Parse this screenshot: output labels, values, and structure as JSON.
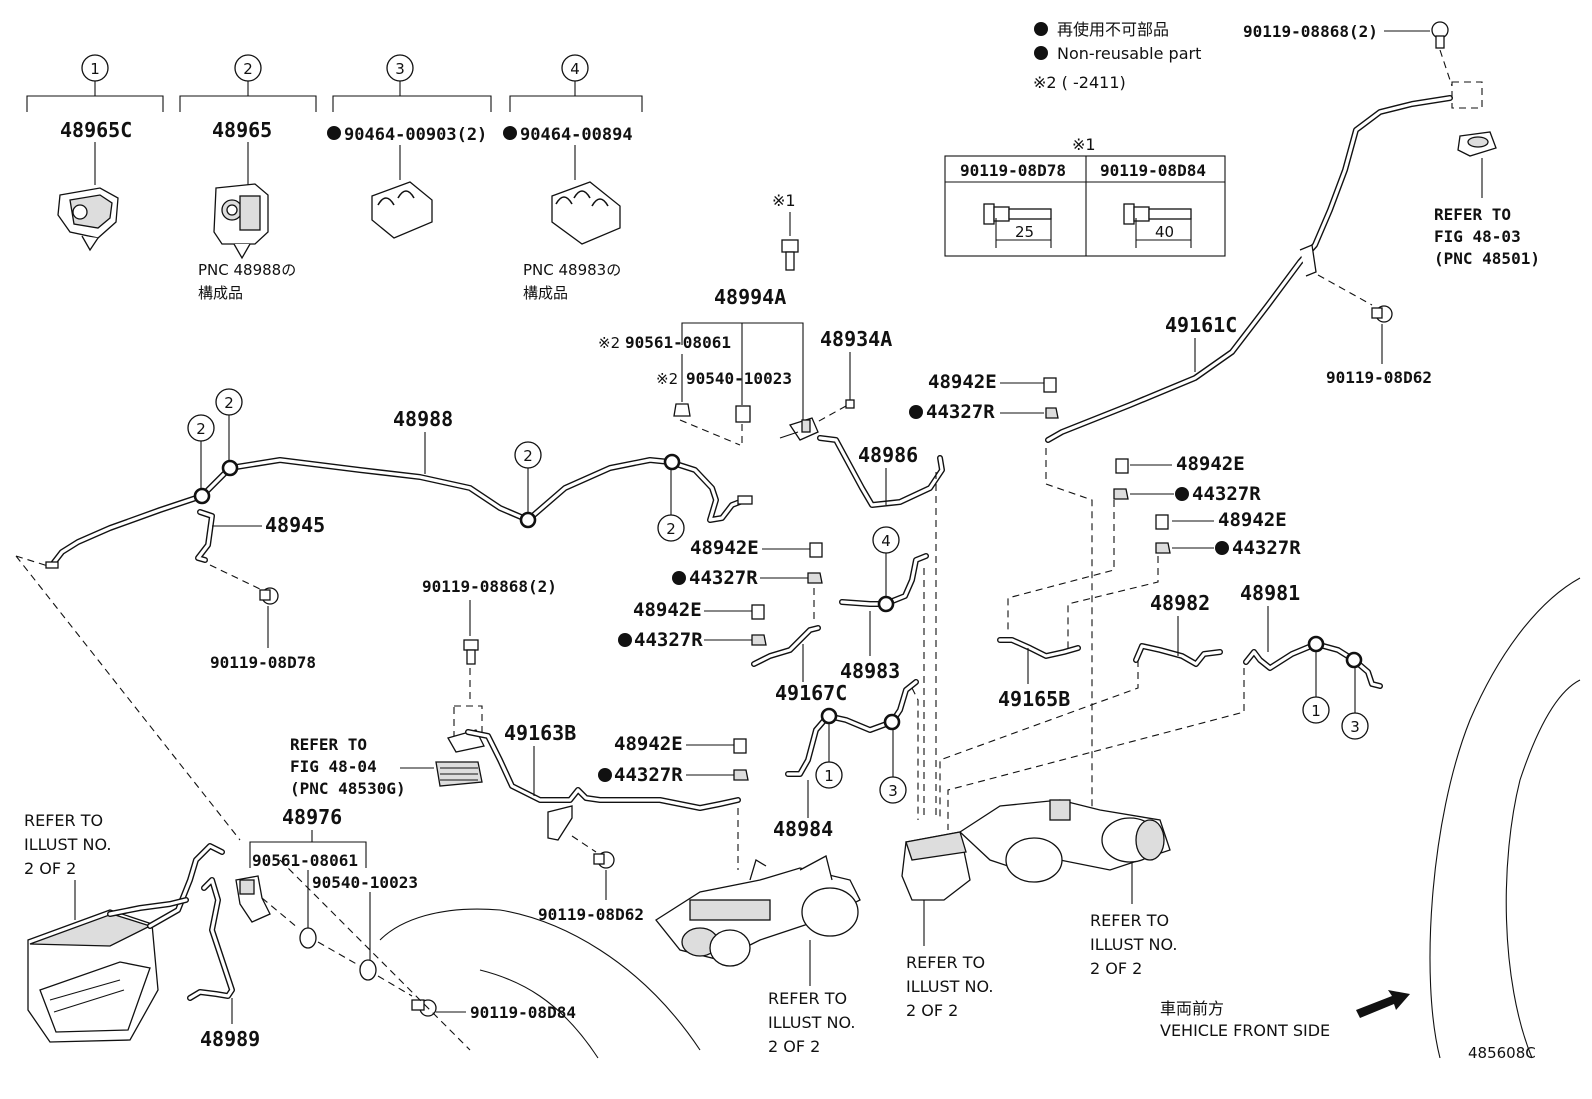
{
  "legend": {
    "non_reusable_jp": "再使用不可部品",
    "non_reusable_en": "Non-reusable part",
    "note_2": "※2 (      -2411)"
  },
  "bolt_table": {
    "mark": "※1",
    "headers": [
      "90119-08D78",
      "90119-08D84"
    ],
    "lengths": [
      "25",
      "40"
    ]
  },
  "clip_variants": [
    {
      "num": "1",
      "part": "48965C"
    },
    {
      "num": "2",
      "part": "48965",
      "note_1": "PNC 48988の",
      "note_2": "構成品"
    },
    {
      "num": "3",
      "part": "90464-00903(2)",
      "non_reusable": true
    },
    {
      "num": "4",
      "part": "90464-00894",
      "non_reusable": true,
      "note_1": "PNC 48983の",
      "note_2": "構成品"
    }
  ],
  "labels": {
    "mark1": "※1",
    "p48994A": "48994A",
    "p90561_top": "90561-08061",
    "p90540_top": "90540-10023",
    "mark2a": "※2",
    "mark2b": "※2",
    "p48934A": "48934A",
    "p48988": "48988",
    "p48945": "48945",
    "p90119_08D78": "90119-08D78",
    "p48986": "48986",
    "p48942E_a": "48942E",
    "p44327R_a": "44327R",
    "p48942E_b": "48942E",
    "p44327R_b": "44327R",
    "p48942E_c": "48942E",
    "p44327R_c": "44327R",
    "p48942E_d": "48942E",
    "p44327R_d": "44327R",
    "p48942E_e": "48942E",
    "p44327R_e": "44327R",
    "p48942E_f": "48942E",
    "p44327R_f": "44327R",
    "p48983": "48983",
    "p49167C": "49167C",
    "p49161C": "49161C",
    "p90119_08868_top": "90119-08868(2)",
    "p90119_08D62_top": "90119-08D62",
    "refer_4803_1": "REFER TO",
    "refer_4803_2": "FIG 48-03",
    "refer_4803_3": "(PNC 48501)",
    "p49165B": "49165B",
    "p48982": "48982",
    "p48981": "48981",
    "p90119_08868_mid": "90119-08868(2)",
    "refer_4804_1": "REFER TO",
    "refer_4804_2": "FIG 48-04",
    "refer_4804_3": "(PNC 48530G)",
    "p49163B": "49163B",
    "p48976": "48976",
    "p90561_bot": "90561-08061",
    "p90540_bot": "90540-10023",
    "p90119_08D62_bot": "90119-08D62",
    "p90119_08D84": "90119-08D84",
    "p48989": "48989",
    "p48984": "48984",
    "refer_ill_a1": "REFER TO",
    "refer_ill_a2": "ILLUST NO.",
    "refer_ill_a3": "2 OF 2",
    "refer_ill_b1": "REFER TO",
    "refer_ill_b2": "ILLUST NO.",
    "refer_ill_b3": "2 OF 2",
    "refer_ill_c1": "REFER TO",
    "refer_ill_c2": "ILLUST NO.",
    "refer_ill_c3": "2 OF 2",
    "refer_ill_d1": "REFER TO",
    "refer_ill_d2": "ILLUST NO.",
    "refer_ill_d3": "2 OF 2",
    "front_jp": "車両前方",
    "front_en": "VEHICLE FRONT SIDE",
    "figure_no": "485608C"
  },
  "callouts": {
    "c_48988_l1": "2",
    "c_48988_l2": "2",
    "c_48988_mid": "2",
    "c_48988_r": "2",
    "c_48983": "4",
    "c_48984_1": "1",
    "c_48984_3": "3",
    "c_48981_1": "1",
    "c_48981_3": "3"
  }
}
